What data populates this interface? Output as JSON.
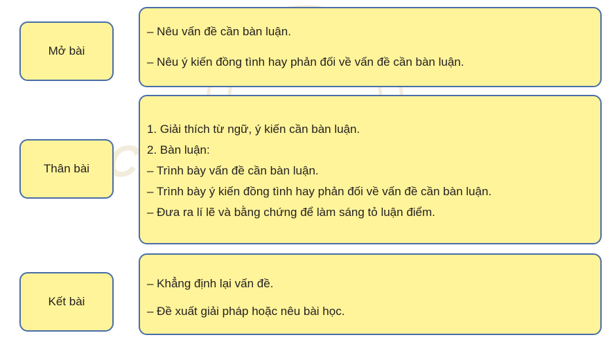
{
  "watermark": {
    "text": "Chân trời sáng tạo"
  },
  "sections": [
    {
      "label": "Mở bài",
      "lines": [
        "– Nêu vấn đề cần bàn luận.",
        "– Nêu ý kiến đồng tình hay phản đối về vấn đề cần bàn luận."
      ]
    },
    {
      "label": "Thân bài",
      "lines": [
        "1. Giải thích từ ngữ, ý kiến cần bàn luận.",
        "2. Bàn luận:",
        "– Trình bày vấn đề cần bàn luận.",
        "– Trình bày ý kiến đồng tình hay phản đối về vấn đề cần bàn luận.",
        "– Đưa ra lí lẽ và bằng chứng để làm sáng tỏ luận điểm."
      ]
    },
    {
      "label": "Kết bài",
      "lines": [
        "– Khẳng định lại vấn đề.",
        "– Đề xuất giải pháp hoặc nêu bài học."
      ]
    }
  ],
  "colors": {
    "box_fill": "#fff49a",
    "box_border": "#4a6ea7",
    "text": "#231f20",
    "watermark": "#d9c99a"
  }
}
